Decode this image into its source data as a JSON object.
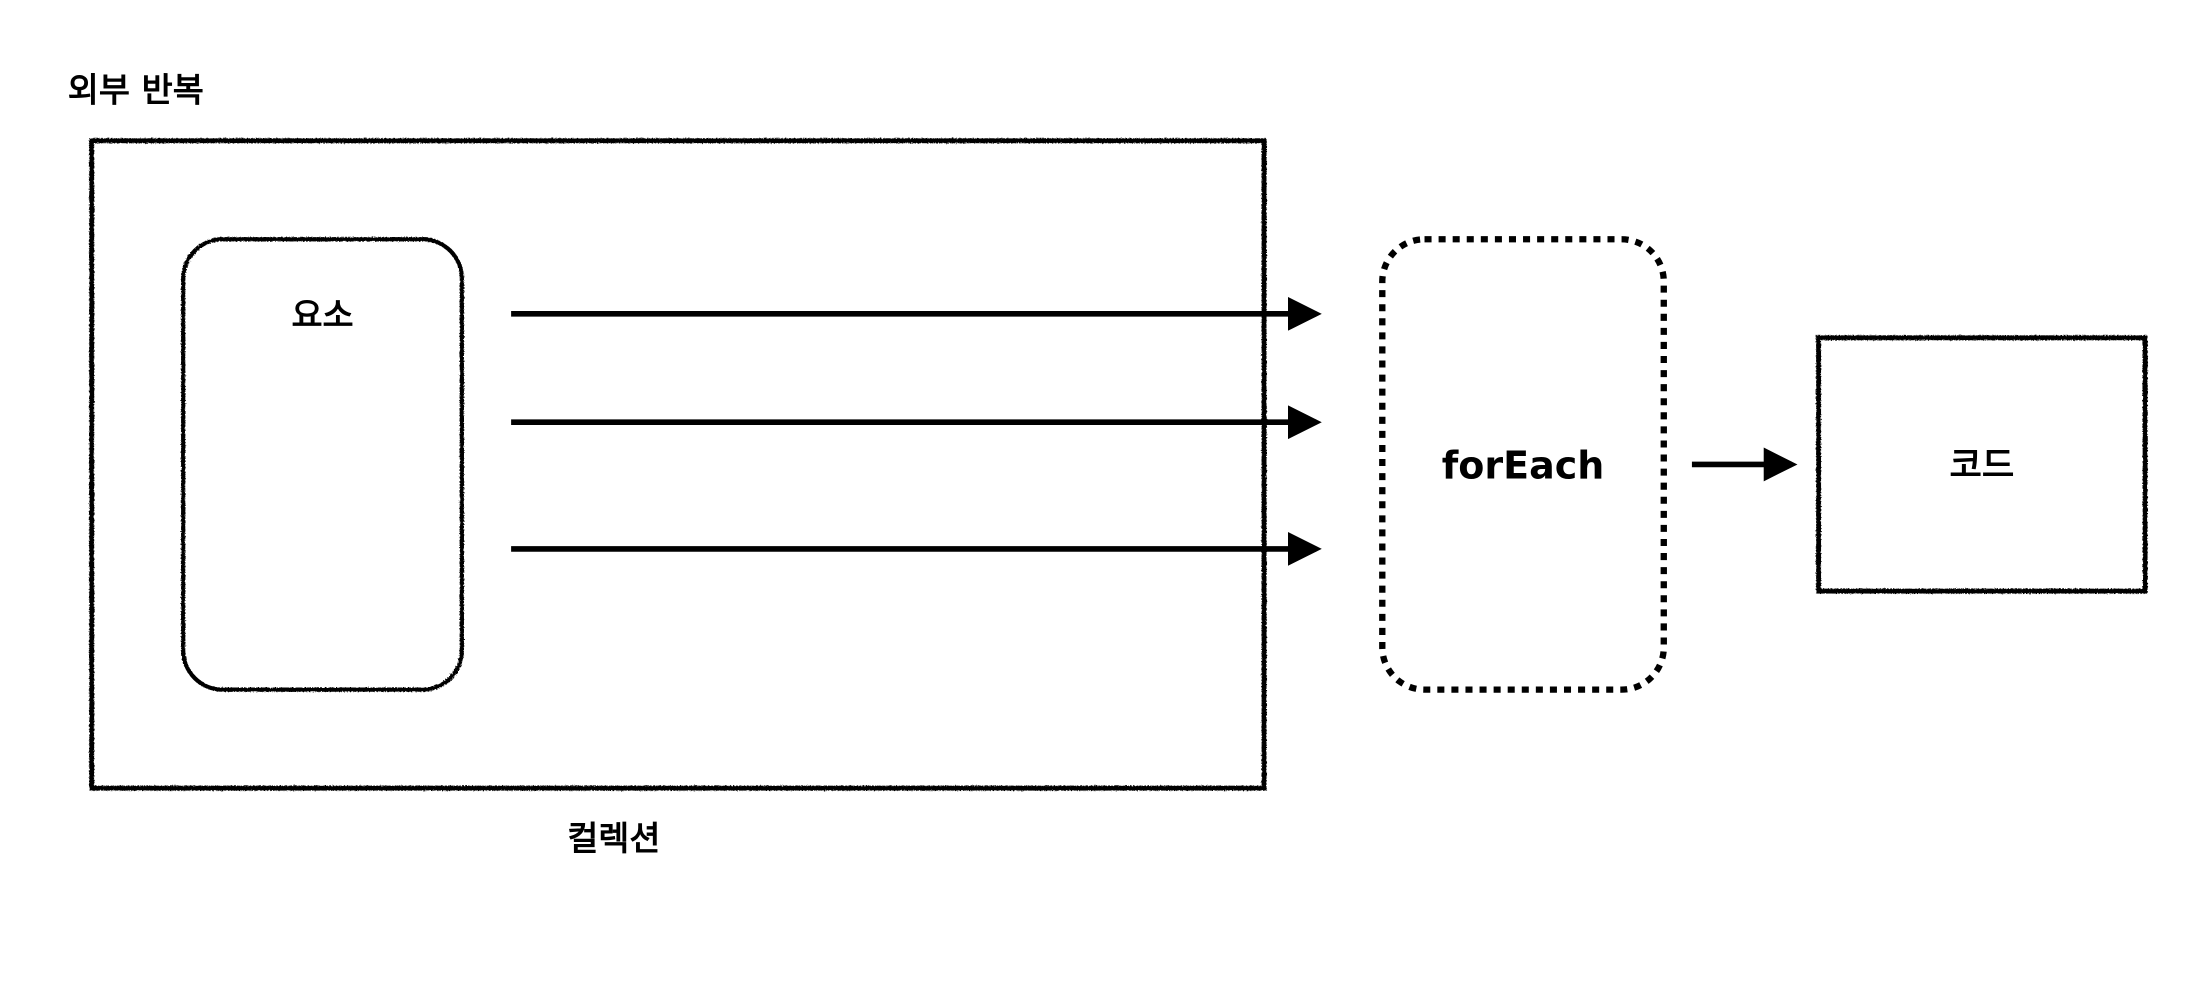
{
  "title": "외부 반복",
  "collection_label": "컬렉션",
  "element_label": "요소",
  "foreach_label": "forEach",
  "code_label": "코드",
  "colors": {
    "stroke": "#000000",
    "background": "#ffffff"
  }
}
